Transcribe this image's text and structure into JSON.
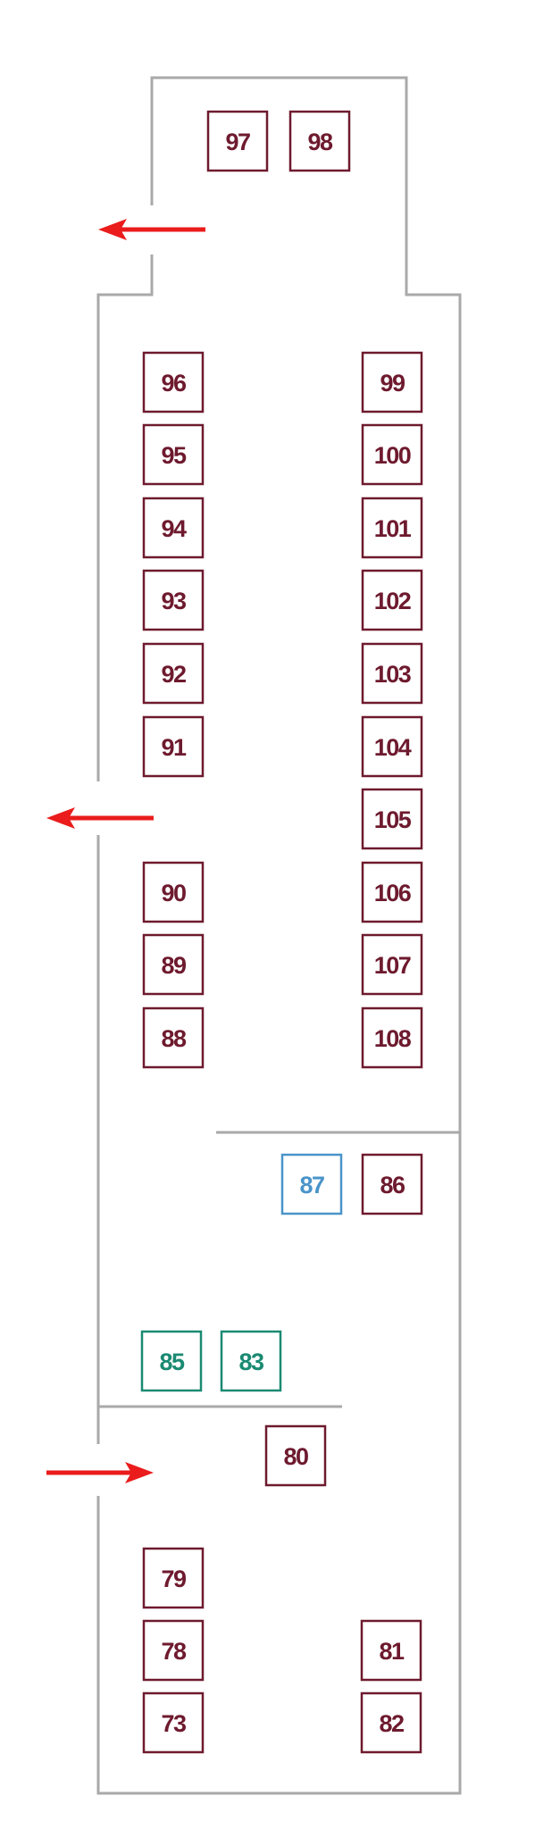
{
  "colors": {
    "background": "#ffffff",
    "wall": "#a9a9a9",
    "arrow": "#ea1c1c",
    "stall_default": "#6e1a2e",
    "stall_blue": "#4a94c9",
    "stall_green": "#1a8a72"
  },
  "stalls": [
    {
      "label": "97",
      "color": "stall_default"
    },
    {
      "label": "98",
      "color": "stall_default"
    },
    {
      "label": "96",
      "color": "stall_default"
    },
    {
      "label": "95",
      "color": "stall_default"
    },
    {
      "label": "94",
      "color": "stall_default"
    },
    {
      "label": "93",
      "color": "stall_default"
    },
    {
      "label": "92",
      "color": "stall_default"
    },
    {
      "label": "91",
      "color": "stall_default"
    },
    {
      "label": "90",
      "color": "stall_default"
    },
    {
      "label": "89",
      "color": "stall_default"
    },
    {
      "label": "88",
      "color": "stall_default"
    },
    {
      "label": "99",
      "color": "stall_default"
    },
    {
      "label": "100",
      "color": "stall_default"
    },
    {
      "label": "101",
      "color": "stall_default"
    },
    {
      "label": "102",
      "color": "stall_default"
    },
    {
      "label": "103",
      "color": "stall_default"
    },
    {
      "label": "104",
      "color": "stall_default"
    },
    {
      "label": "105",
      "color": "stall_default"
    },
    {
      "label": "106",
      "color": "stall_default"
    },
    {
      "label": "107",
      "color": "stall_default"
    },
    {
      "label": "108",
      "color": "stall_default"
    },
    {
      "label": "87",
      "color": "stall_blue"
    },
    {
      "label": "86",
      "color": "stall_default"
    },
    {
      "label": "85",
      "color": "stall_green"
    },
    {
      "label": "83",
      "color": "stall_green"
    },
    {
      "label": "80",
      "color": "stall_default"
    },
    {
      "label": "79",
      "color": "stall_default"
    },
    {
      "label": "78",
      "color": "stall_default"
    },
    {
      "label": "73",
      "color": "stall_default"
    },
    {
      "label": "81",
      "color": "stall_default"
    },
    {
      "label": "82",
      "color": "stall_default"
    }
  ],
  "arrows": [
    {
      "direction": "left"
    },
    {
      "direction": "left"
    },
    {
      "direction": "right"
    }
  ]
}
